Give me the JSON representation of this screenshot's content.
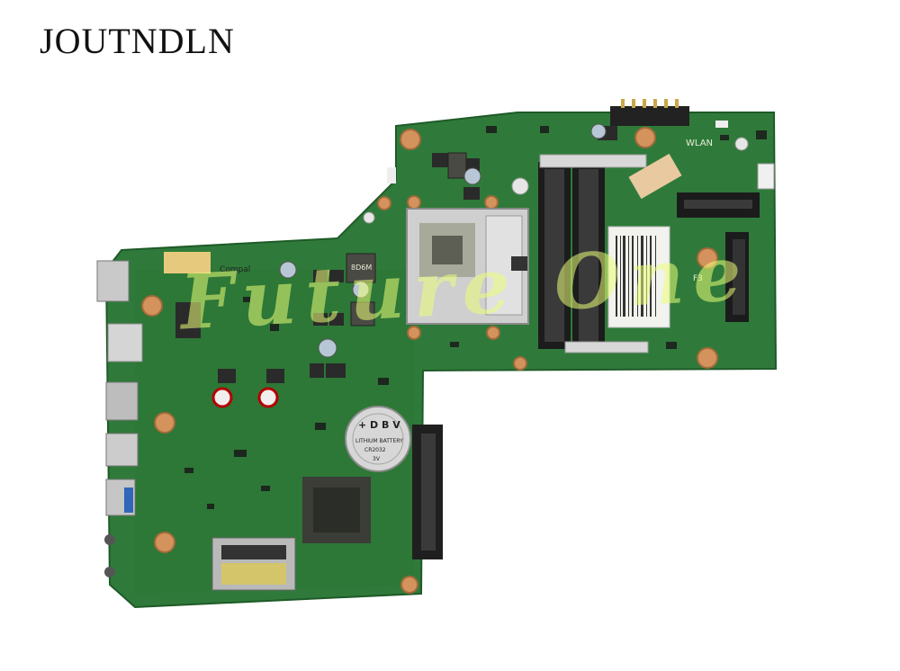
{
  "brand": "JOUTNDLN",
  "board": {
    "pcb_color": "#2f7a3a",
    "silk": {
      "wlan": "WLAN",
      "f3": "F3"
    },
    "sticker_left": "Compal",
    "battery": {
      "mark": "+ D B V",
      "line1": "LITHIUM BATTERY",
      "line2": "CR2032",
      "line3": "3V"
    },
    "inductor_code": "8D6M"
  },
  "watermark": "Future One"
}
